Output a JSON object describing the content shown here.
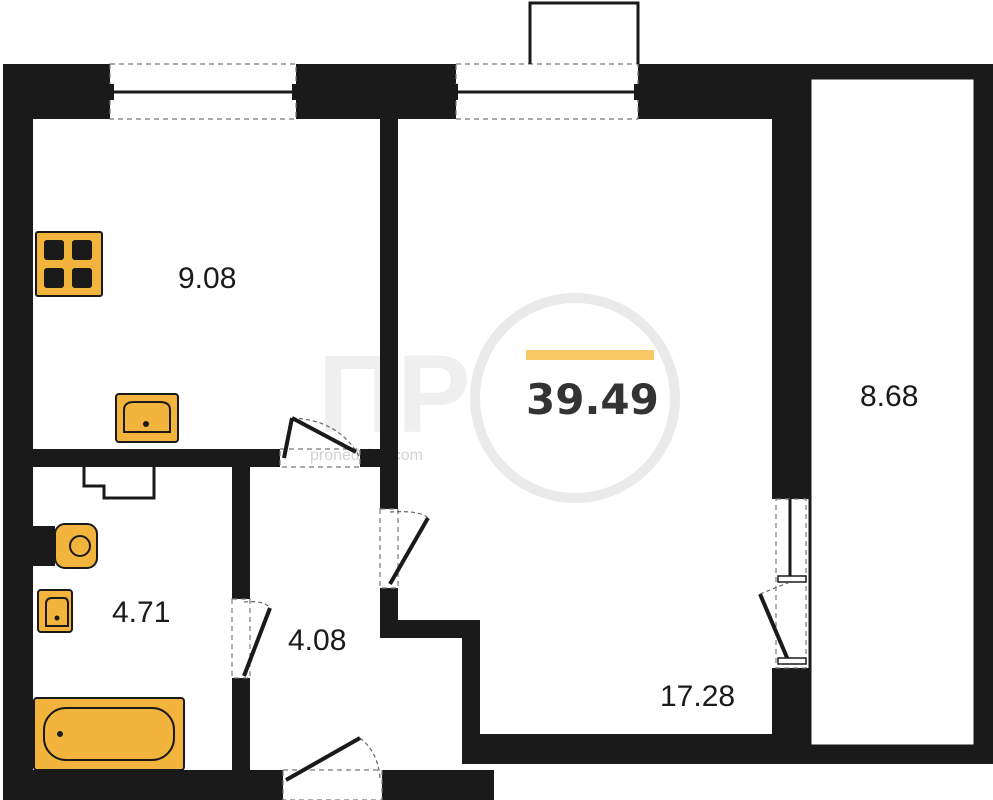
{
  "plan": {
    "total_area": "39.49",
    "total_accent_color": "#f8c867",
    "fixture_color": "#f2b43c",
    "wall_color": "#1a1a1a",
    "watermark": {
      "mark": "ПР",
      "url": "pronedvizh.com"
    },
    "rooms": {
      "kitchen": "9.08",
      "living": "17.28",
      "balcony": "8.68",
      "bathroom": "4.71",
      "hallway": "4.08"
    }
  }
}
